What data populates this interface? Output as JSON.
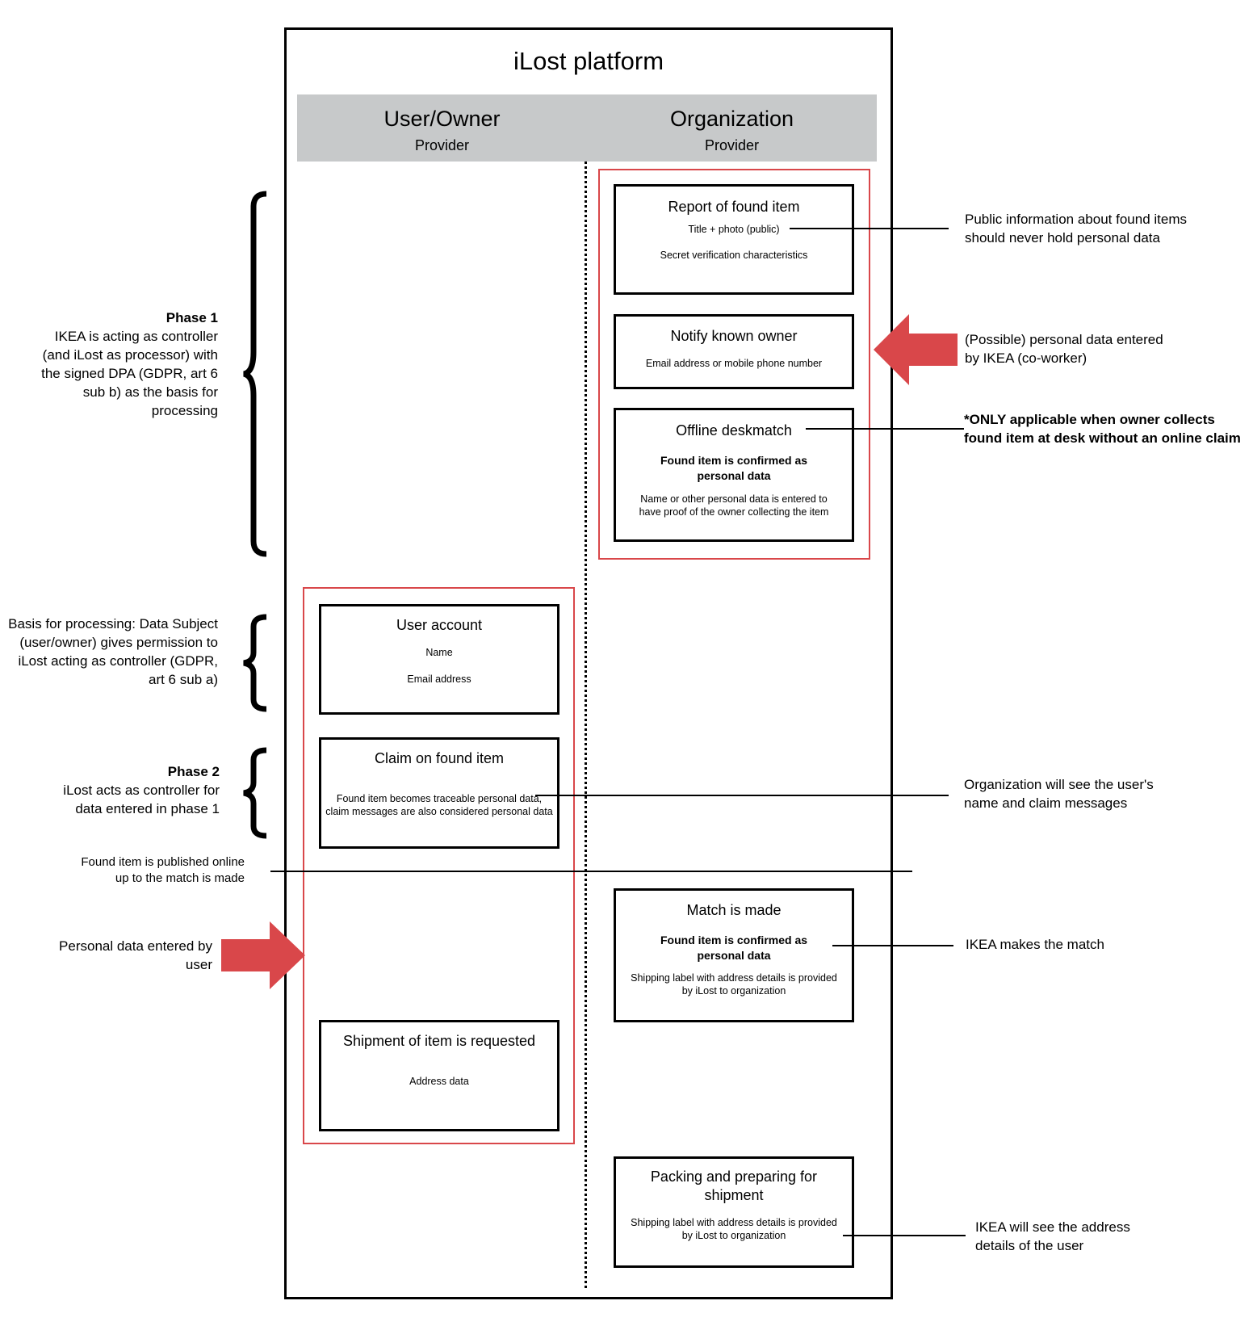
{
  "platform": {
    "title": "iLost platform"
  },
  "columns": {
    "user": {
      "title": "User/Owner",
      "subtitle": "Provider"
    },
    "org": {
      "title": "Organization",
      "subtitle": "Provider"
    }
  },
  "boxes": {
    "report": {
      "title": "Report of found item",
      "line1": "Title + photo (public)",
      "line2": "Secret verification characteristics"
    },
    "notify": {
      "title": "Notify known owner",
      "line1": "Email address or mobile phone number"
    },
    "offline": {
      "title": "Offline deskmatch",
      "bold": "Found item is confirmed as personal data",
      "text": "Name or other personal data is entered to have proof of the owner collecting the item"
    },
    "account": {
      "title": "User account",
      "line1": "Name",
      "line2": "Email address"
    },
    "claim": {
      "title": "Claim on found item",
      "text": "Found item becomes traceable personal data, claim messages are also considered personal data"
    },
    "match": {
      "title": "Match is made",
      "bold": "Found item is confirmed as personal data",
      "text": "Shipping label with address details is provided by iLost to organization"
    },
    "shipment": {
      "title": "Shipment of item is requested",
      "line1": "Address data"
    },
    "packing": {
      "title": "Packing and preparing for shipment",
      "text": "Shipping label with address details is provided by iLost to organization"
    }
  },
  "left": {
    "phase1_label": "Phase 1",
    "phase1_text": "IKEA is acting as controller (and iLost as processor) with the signed DPA (GDPR, art 6 sub b) as the basis for processing",
    "basis_text": "Basis for processing: Data Subject (user/owner) gives permission to iLost acting as controller (GDPR, art 6 sub a)",
    "phase2_label": "Phase 2",
    "phase2_text": "iLost acts as controller for data entered in phase 1",
    "published_text": "Found item is published online up to the match is made",
    "personal_entered": "Personal data entered by user"
  },
  "right": {
    "public_info": "Public information about found items should never hold personal data",
    "possible_data": "(Possible) personal data entered by IKEA (co-worker)",
    "only_applicable": "*ONLY applicable when owner collects found item at desk without an online claim",
    "org_see": "Organization will see the user's name and claim messages",
    "ikea_match": "IKEA makes the match",
    "ikea_see": "IKEA will see the address details of the user"
  },
  "colors": {
    "red": "#d9474a",
    "header_gray": "#c7c9ca"
  },
  "icons": {
    "arrow_right": "red-arrow-right-icon",
    "arrow_left": "red-arrow-left-icon",
    "brace": "curly-brace-icon"
  }
}
